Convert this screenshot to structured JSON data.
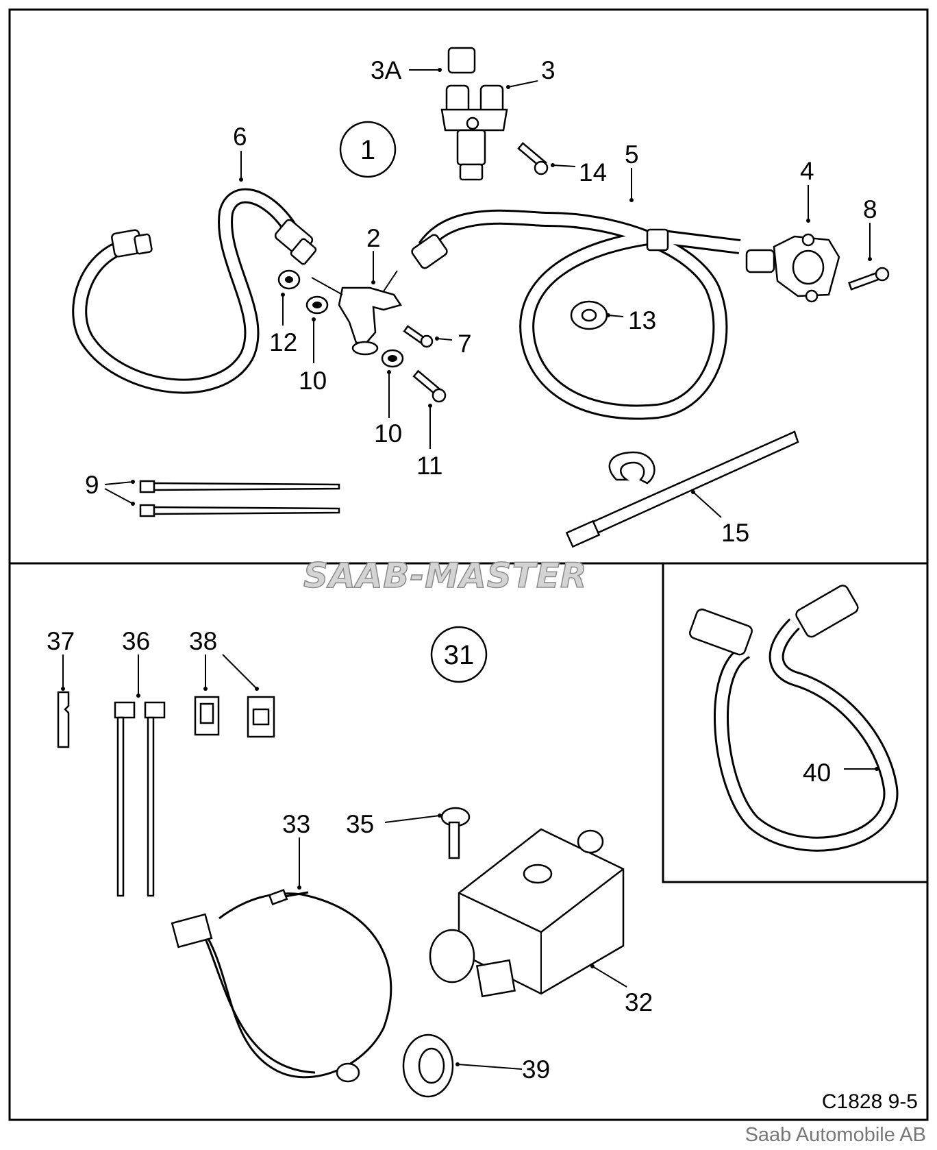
{
  "diagram": {
    "group_labels": [
      "1",
      "31"
    ],
    "part_labels": {
      "p3a": "3A",
      "p3": "3",
      "p6": "6",
      "p14": "14",
      "p5": "5",
      "p4": "4",
      "p8": "8",
      "p2": "2",
      "p13": "13",
      "p12": "12",
      "p7": "7",
      "p10a": "10",
      "p10b": "10",
      "p11": "11",
      "p9": "9",
      "p15": "15",
      "p37": "37",
      "p36": "36",
      "p38": "38",
      "p33": "33",
      "p35": "35",
      "p32": "32",
      "p39": "39",
      "p40": "40"
    },
    "watermark": "SAAB-MASTER",
    "drawing_code": "C1828 9-5",
    "credit": "Saab Automobile AB"
  }
}
